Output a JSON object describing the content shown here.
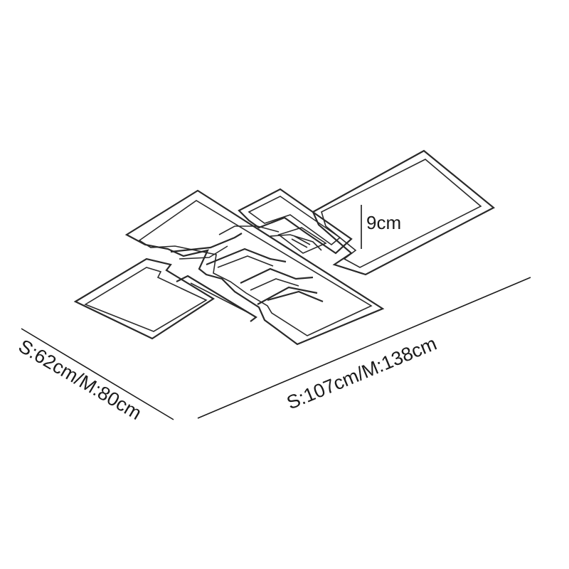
{
  "dimensions": {
    "height": "9cm",
    "length": "S:107cm/M:138cm",
    "width": "S:62cm/M:80cm"
  },
  "colors": {
    "line": "#2a2a2a",
    "background": "#ffffff"
  }
}
